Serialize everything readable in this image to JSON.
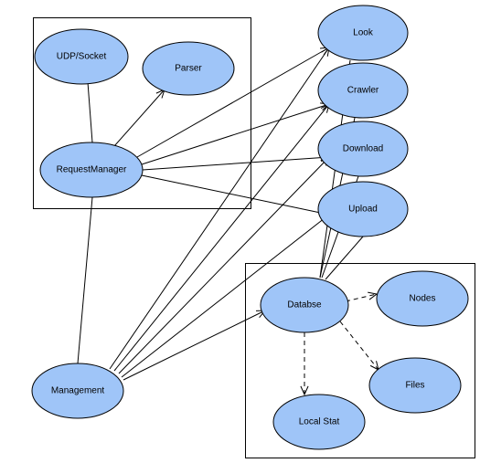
{
  "colors": {
    "node_fill": "#9FC5F8",
    "stroke": "#000000",
    "background": "#FFFFFF"
  },
  "nodes": {
    "udp_socket": "UDP/Socket",
    "parser": "Parser",
    "request_manager": "RequestManager",
    "look": "Look",
    "crawler": "Crawler",
    "download": "Download",
    "upload": "Upload",
    "database": "Databse",
    "nodes": "Nodes",
    "files": "Files",
    "local_stat": "Local Stat",
    "management": "Management"
  },
  "edges": [
    {
      "from": "udp_socket",
      "to": "request_manager",
      "style": "solid",
      "arrow": false
    },
    {
      "from": "request_manager",
      "to": "parser",
      "style": "solid",
      "arrow": true
    },
    {
      "from": "request_manager",
      "to": "look",
      "style": "solid",
      "arrow": true
    },
    {
      "from": "request_manager",
      "to": "crawler",
      "style": "solid",
      "arrow": true
    },
    {
      "from": "request_manager",
      "to": "download",
      "style": "solid",
      "arrow": true
    },
    {
      "from": "request_manager",
      "to": "upload",
      "style": "solid",
      "arrow": true
    },
    {
      "from": "request_manager",
      "to": "management",
      "style": "solid",
      "arrow": false
    },
    {
      "from": "management",
      "to": "look",
      "style": "solid",
      "arrow": true
    },
    {
      "from": "management",
      "to": "crawler",
      "style": "solid",
      "arrow": true
    },
    {
      "from": "management",
      "to": "download",
      "style": "solid",
      "arrow": true
    },
    {
      "from": "management",
      "to": "upload",
      "style": "solid",
      "arrow": true
    },
    {
      "from": "management",
      "to": "database",
      "style": "solid",
      "arrow": true
    },
    {
      "from": "database",
      "to": "look",
      "style": "solid",
      "arrow": false
    },
    {
      "from": "database",
      "to": "crawler",
      "style": "solid",
      "arrow": false
    },
    {
      "from": "database",
      "to": "download",
      "style": "solid",
      "arrow": false
    },
    {
      "from": "database",
      "to": "upload",
      "style": "solid",
      "arrow": false
    },
    {
      "from": "database",
      "to": "nodes",
      "style": "dashed",
      "arrow": true
    },
    {
      "from": "database",
      "to": "files",
      "style": "dashed",
      "arrow": true
    },
    {
      "from": "database",
      "to": "local_stat",
      "style": "dashed",
      "arrow": true
    }
  ]
}
